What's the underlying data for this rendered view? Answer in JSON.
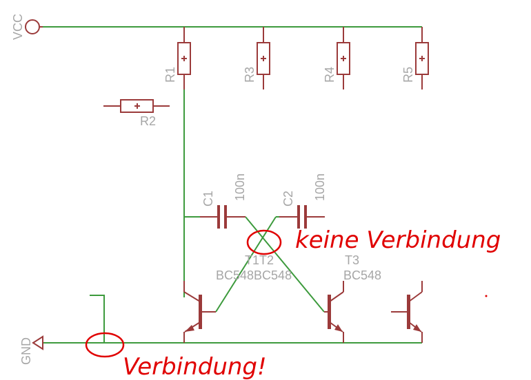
{
  "power": {
    "vcc_label": "VCC",
    "gnd_label": "GND"
  },
  "resistors": [
    {
      "label": "R1"
    },
    {
      "label": "R2"
    },
    {
      "label": "R3"
    },
    {
      "label": "R4"
    },
    {
      "label": "R5"
    }
  ],
  "capacitors": [
    {
      "label": "C1",
      "value": "100n"
    },
    {
      "label": "C2",
      "value": "100n"
    }
  ],
  "transistors": {
    "names_overlap": "T1T2",
    "types_overlap": "BC548BC548",
    "t3_name": "T3",
    "t3_type": "BC548"
  },
  "annotations": {
    "no_connection": "keine Verbindung",
    "connection": "Verbindung!"
  },
  "colors": {
    "wire": "#3c9a3c",
    "component": "#9b3a3a",
    "label": "#a6a6a6",
    "annotation": "#e00000"
  }
}
